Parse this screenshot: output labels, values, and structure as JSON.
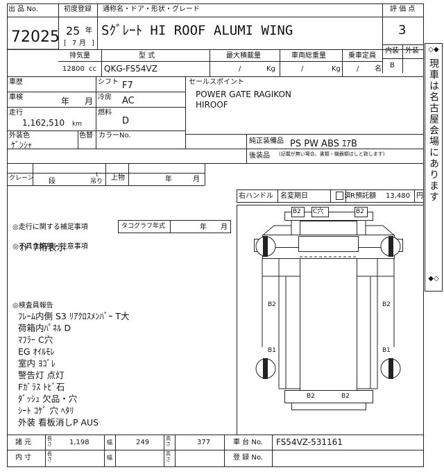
{
  "header": {
    "lot_label": "出 品 No.",
    "lot_no": "72025",
    "first_reg_label": "初度登録",
    "year": "25",
    "year_unit": "年",
    "month": "7",
    "month_unit": "月",
    "bracket_open": "[",
    "bracket_close": "]",
    "name_label": "通称名・ドア・形状・グレード",
    "car_name": "Sｸﾞﾚｰﾄ HI ROOF ALUMI WING",
    "score_label": "評 価 点",
    "score": "3",
    "interior_label": "内装",
    "exterior_label": "外装",
    "interior_grade": "B"
  },
  "spec_row": {
    "displacement_label": "排気量",
    "displacement": "12800",
    "displacement_unit": "cc",
    "model_label": "型 式",
    "model": "QKG-FS54VZ",
    "max_load_label": "最大積載量",
    "max_load_slash": "/",
    "max_load_unit": "Kg",
    "gross_weight_label": "車両総重量",
    "gross_weight_slash": "/",
    "gross_weight_unit": "Kg",
    "capacity_label": "乗車定員",
    "capacity_slash": "/",
    "capacity_unit": "名"
  },
  "details": {
    "history_label": "車歴",
    "shift_label": "シフト",
    "shift": "F7",
    "inspection_label": "車検",
    "inspection_year_unit": "年",
    "inspection_month_unit": "月",
    "ac_label": "冷房",
    "ac": "AC",
    "mileage_label": "走行",
    "mileage": "1,162,510",
    "mileage_unit": "km",
    "fuel_label": "燃料",
    "fuel": "D",
    "color_label": "外装色",
    "color": "ｹﾞﾝｼｬ",
    "color_no_label": "色替",
    "color_no2_label": "カラーNo.",
    "crane_label": "クレーン",
    "crane_stage": "段",
    "crane_ton_unit": "t",
    "crane_lift": "吊り",
    "upper_label": "上物",
    "upper_year_unit": "年",
    "upper_month_unit": "月"
  },
  "sales_point": {
    "label": "セールスポイント",
    "lines": [
      "POWER GATE RAGIKON",
      "HIROOF"
    ]
  },
  "equipment": {
    "genuine_label": "純正装備品",
    "genuine": "PS PW ABS ｴｱB",
    "after_label": "後装品",
    "after_note": "(記載が無い場合、書類・機器類ほしと致します)"
  },
  "bottom_info": {
    "handle": "右ハンドル",
    "name_change_label": "名変期日",
    "checkbox_label": "済",
    "r_tax_label": "R預託額",
    "r_tax": "13,480",
    "r_tax_unit": "円"
  },
  "remarks": {
    "supplement_label": "◎走行に関する補足事項",
    "tacho_label": "タコグラフ年式",
    "tacho_year_unit": "年",
    "tacho_month_unit": "月",
    "supplement_text": "ｵﾄﾞ7桁表示",
    "defect_label": "◎不具合箇所・注意事項",
    "inspector_label": "◎検査員報告",
    "inspector_lines": [
      "ﾌﾚｰﾑ内側 S3 ﾘｱｸﾛｽﾒﾝﾊﾞｰ T大",
      "荷箱内ﾊﾟﾈﾙ D",
      "ﾏﾌﾗｰ C穴",
      "EG ｵｲﾙﾓﾚ",
      "室内 ﾖｺﾞﾚ",
      "警告灯 点灯",
      "Fｶﾞﾗｽ ﾄﾋﾞ石",
      "ﾀﾞｯｼｭ 欠品・穴",
      "ｼｰﾄ ｺｹﾞ 穴 ﾍﾀﾘ",
      "外装 看板消しP AUS"
    ]
  },
  "diagram": {
    "marks": [
      "B2",
      "C穴",
      "B2",
      "B2",
      "B2",
      "B1",
      "B1",
      "B2",
      "B2"
    ]
  },
  "footer": {
    "dims_label": "諸 元",
    "length_label": "長さ",
    "length": "1,198",
    "width_label": "幅",
    "width": "249",
    "height_label": "高さ",
    "height": "377",
    "chassis_label": "車 台 No.",
    "chassis": "FS54VZ-531161",
    "inner_label": "内 寸",
    "reg_label": "登 録 No."
  },
  "side_notice": {
    "top": "◇◆",
    "text": "現車は名古屋会場にあります",
    "bottom": "◆◇"
  }
}
